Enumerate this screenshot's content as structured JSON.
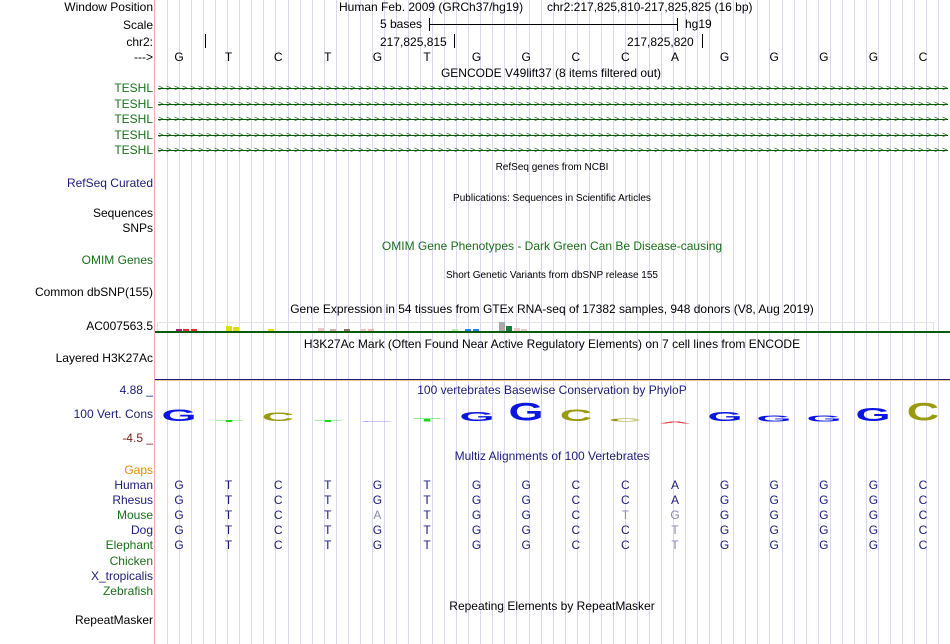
{
  "header": {
    "labels": {
      "window": "Window Position",
      "scale": "Scale",
      "chrom": "chr2:",
      "strand": "--->"
    },
    "assembly": "Human Feb. 2009 (GRCh37/hg19)",
    "position": "chr2:217,825,810-217,825,825 (16 bp)",
    "scale_text": "5 bases",
    "scale_db": "hg19",
    "tick1": "217,825,815",
    "tick2": "217,825,820"
  },
  "sequence": [
    "G",
    "T",
    "C",
    "T",
    "G",
    "T",
    "G",
    "G",
    "C",
    "C",
    "A",
    "G",
    "G",
    "G",
    "G",
    "C"
  ],
  "tracks": {
    "gencode_title": "GENCODE V49lift37 (8 items filtered out)",
    "gencode_items": [
      "TESHL",
      "TESHL",
      "TESHL",
      "TESHL",
      "TESHL"
    ],
    "refseq_title": "RefSeq genes from NCBI",
    "refseq_label": "RefSeq Curated",
    "pubs_title": "Publications: Sequences in Scientific Articles",
    "pubs_label1": "Sequences",
    "pubs_label2": "SNPs",
    "omim_title": "OMIM Gene Phenotypes - Dark Green Can Be Disease-causing",
    "omim_label": "OMIM Genes",
    "snp_title": "Short Genetic Variants from dbSNP release 155",
    "snp_label": "Common dbSNP(155)",
    "gtex_title": "Gene Expression in 54 tissues from GTEx RNA-seq of 17382 samples, 948 donors (V8, Aug 2019)",
    "gtex_label": "AC007563.5",
    "h3k_title": "H3K27Ac Mark (Often Found Near Active Regulatory Elements) on 7 cell lines from ENCODE",
    "h3k_label": "Layered H3K27Ac",
    "phylop_title": "100 vertebrates Basewise Conservation by PhyloP",
    "phylop_label": "100 Vert. Cons",
    "phylop_max": "4.88 _",
    "phylop_min": "-4.5 _",
    "multiz_title": "Multiz Alignments of 100 Vertebrates",
    "gaps_label": "Gaps",
    "rmsk_title": "Repeating Elements by RepeatMasker",
    "rmsk_label": "RepeatMasker"
  },
  "phylop_scores": [
    2.0,
    0.3,
    1.5,
    0.3,
    0.05,
    0.6,
    1.6,
    3.0,
    2.0,
    0.6,
    -0.3,
    1.6,
    1.0,
    1.0,
    2.2,
    3.0
  ],
  "colors": {
    "A": "#2a9a2a",
    "C": "#9a9a10",
    "G": "#0a16e0",
    "T": "#18d818",
    "neg": "#e03030",
    "green": "#1a6e1a",
    "navy": "#1c1c78"
  },
  "species": [
    {
      "name": "Human",
      "color": "navy",
      "seq": "GTCTGTGGCCAGGGGC",
      "diff": []
    },
    {
      "name": "Rhesus",
      "color": "navy",
      "seq": "GTCTGTGGCCAGGGGC",
      "diff": []
    },
    {
      "name": "Mouse",
      "color": "green",
      "seq": "GTCTATGGCTGGGGGC",
      "diff": [
        4,
        9,
        10
      ]
    },
    {
      "name": "Dog",
      "color": "navy",
      "seq": "GTCTGTGGCCTGGGGC",
      "diff": [
        10
      ]
    },
    {
      "name": "Elephant",
      "color": "green",
      "seq": "GTCTGTGGCCTGGGGC",
      "diff": [
        10
      ]
    },
    {
      "name": "Chicken",
      "color": "green",
      "seq": "",
      "diff": []
    },
    {
      "name": "X_tropicalis",
      "color": "navy",
      "seq": "",
      "diff": []
    },
    {
      "name": "Zebrafish",
      "color": "green",
      "seq": "",
      "diff": []
    }
  ],
  "gtex_bars": [
    {
      "color": "#a0207a",
      "value": 0.2
    },
    {
      "color": "#e03030",
      "value": 0.2
    },
    {
      "color": "#e03030",
      "value": 0.2
    },
    {
      "color": "#e0e000",
      "value": 0.6
    },
    {
      "color": "#e0e000",
      "value": 0.4
    },
    {
      "color": "#e0e000",
      "value": 0.2
    },
    {
      "color": "#e8c8c8",
      "value": 0.3
    },
    {
      "color": "#c8b0b0",
      "value": 0.2
    },
    {
      "color": "#907050",
      "value": 0.2
    },
    {
      "color": "#f0c8c8",
      "value": 0.2
    },
    {
      "color": "#f0b8b8",
      "value": 0.2
    },
    {
      "color": "#b0f0b0",
      "value": 0.2
    },
    {
      "color": "#2080f0",
      "value": 0.2
    },
    {
      "color": "#2080f0",
      "value": 0.2
    },
    {
      "color": "#a8a8a8",
      "value": 1.0
    },
    {
      "color": "#108040",
      "value": 0.5
    },
    {
      "color": "#f0c8c8",
      "value": 0.3
    },
    {
      "color": "#f0c8c8",
      "value": 0.2
    }
  ]
}
